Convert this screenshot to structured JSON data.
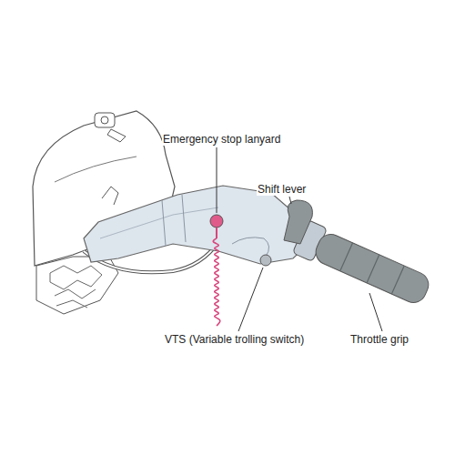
{
  "diagram": {
    "labels": [
      "Emergency stop lanyard",
      "Shift lever",
      "VTS (Variable trolling switch)",
      "Throttle grip"
    ]
  }
}
